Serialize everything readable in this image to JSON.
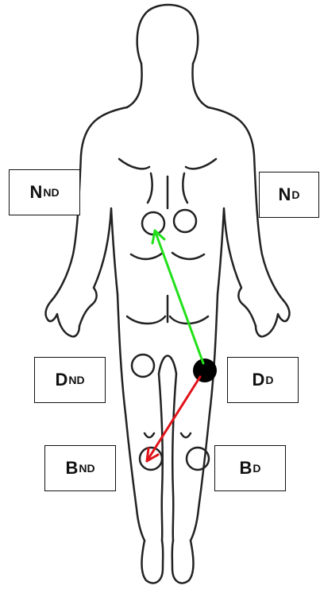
{
  "labels": {
    "n_nd": {
      "main": "N",
      "sub": "ND"
    },
    "n_d": {
      "main": "N",
      "sub": "D"
    },
    "d_nd": {
      "main": "D",
      "sub": "ND"
    },
    "d_d": {
      "main": "D",
      "sub": "D"
    },
    "b_nd": {
      "main": "B",
      "sub": "ND"
    },
    "b_d": {
      "main": "B",
      "sub": "D"
    }
  },
  "arrows": {
    "upper": {
      "from": "d_d",
      "to": "n_nd",
      "color": "#22e01a"
    },
    "lower": {
      "from": "d_d",
      "to": "b_nd",
      "color": "#e0141a"
    }
  },
  "colors": {
    "outline": "#222222",
    "filled_site": "#000000"
  }
}
